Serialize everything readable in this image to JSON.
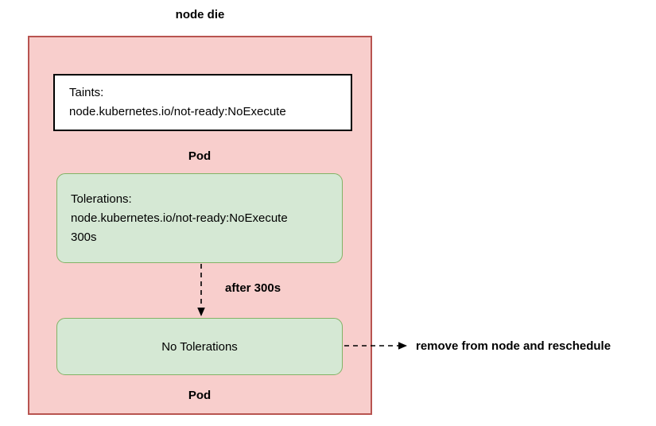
{
  "title": "node die",
  "colors": {
    "node_fill": "#f8cecc",
    "node_border": "#b85450",
    "pod_fill": "#d5e8d4",
    "pod_border": "#82b366",
    "taints_fill": "#ffffff",
    "taints_border": "#000000",
    "arrow": "#000000",
    "text": "#000000"
  },
  "node": {
    "taints_box": {
      "line1": "Taints:",
      "line2": "node.kubernetes.io/not-ready:NoExecute"
    },
    "pod_top": {
      "label": "Pod",
      "tolerations_box": {
        "line1": "Tolerations:",
        "line2": "node.kubernetes.io/not-ready:NoExecute",
        "line3": "300s"
      }
    },
    "pod_bottom": {
      "label": "Pod",
      "no_tolerations_label": "No Tolerations"
    }
  },
  "arrows": {
    "down_arrow_label": "after 300s",
    "right_arrow_label": "remove from node and reschedule"
  }
}
